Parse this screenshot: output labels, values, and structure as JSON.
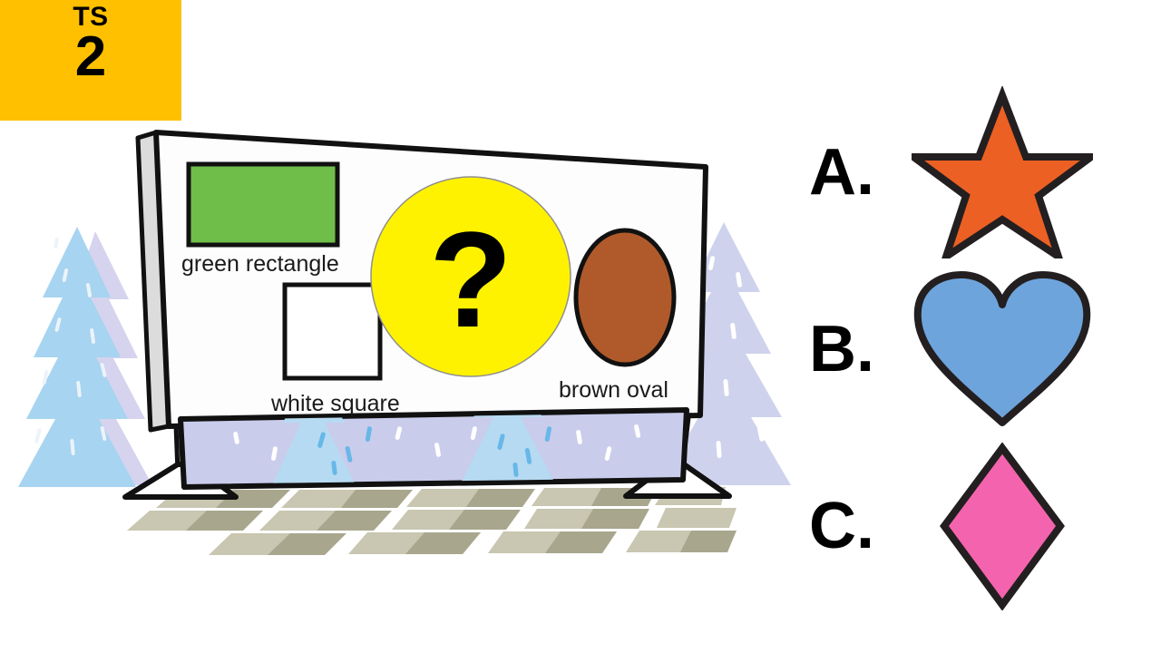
{
  "badge": {
    "code": "TS",
    "number": "2",
    "background": "#FFC000",
    "text_color": "#000000"
  },
  "scene": {
    "name": "whiteboard-scene",
    "board": {
      "surface_color": "#FFFFFF",
      "outline_color": "#111111",
      "side_edge_color": "#D8D8D8",
      "bottom_panel_color": "#C9CCEB"
    },
    "background": {
      "tree_blue": "#A7D4F0",
      "tree_lavender": "#CED2EC",
      "snow_dash": "#FFFFFF",
      "floor_tile_light": "#CFCCB7",
      "floor_tile_dark": "#A8A68D"
    },
    "items": [
      {
        "id": "green-rectangle",
        "shape": "rectangle",
        "label": "green rectangle",
        "fill": "#6FBE4A",
        "stroke": "#111111"
      },
      {
        "id": "white-square",
        "shape": "square",
        "label": "white square",
        "fill": "#FFFFFF",
        "stroke": "#111111"
      },
      {
        "id": "brown-oval",
        "shape": "oval",
        "label": "brown oval",
        "fill": "#B05A2B",
        "stroke": "#111111"
      }
    ],
    "mystery": {
      "id": "mystery-circle",
      "symbol": "?",
      "fill": "#FFF200",
      "symbol_color": "#000000"
    }
  },
  "answers": {
    "options": [
      {
        "letter": "A.",
        "shape": "star",
        "fill": "#EC6024",
        "stroke": "#231F20"
      },
      {
        "letter": "B.",
        "shape": "heart",
        "fill": "#6EA4DC",
        "stroke": "#231F20"
      },
      {
        "letter": "C.",
        "shape": "diamond",
        "fill": "#F464AE",
        "stroke": "#231F20"
      }
    ]
  }
}
